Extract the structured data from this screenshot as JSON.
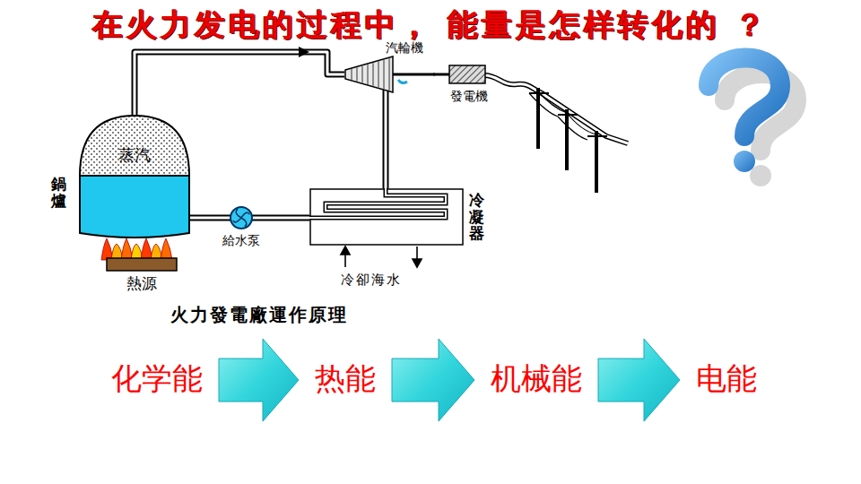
{
  "diagram": {
    "title": "在火力发电的过程中， 能量是怎样转化的 ？",
    "caption": "火力發電廠運作原理",
    "nodes": [
      {
        "text": [
          "蒸汽",
          "鍋爐"
        ]
      },
      {
        "text": [
          "熱源"
        ]
      },
      {
        "text": [
          "給水泵"
        ]
      },
      {
        "text": [
          "汽輪機"
        ]
      },
      {
        "text": [
          "發電機"
        ]
      },
      {
        "text": [
          "冷凝器"
        ]
      },
      {
        "text": [
          "化学能"
        ]
      },
      {
        "text": [
          "热能"
        ]
      },
      {
        "text": [
          "机械能"
        ]
      },
      {
        "text": [
          "电能"
        ]
      }
    ],
    "edges": [
      {
        "from": 0,
        "to": 3,
        "arrow": "to"
      },
      {
        "from": 3,
        "to": 4,
        "arrow": "none"
      },
      {
        "from": 3,
        "to": 5,
        "arrow": "none"
      },
      {
        "from": 5,
        "to": 2,
        "arrow": "none"
      },
      {
        "from": 2,
        "to": 0,
        "arrow": "none"
      },
      {
        "from": 6,
        "to": 7,
        "arrow": "to"
      },
      {
        "from": 7,
        "to": 8,
        "arrow": "to"
      },
      {
        "from": 8,
        "to": 9,
        "arrow": "to"
      }
    ],
    "labels": [
      "冷卻海水"
    ]
  }
}
